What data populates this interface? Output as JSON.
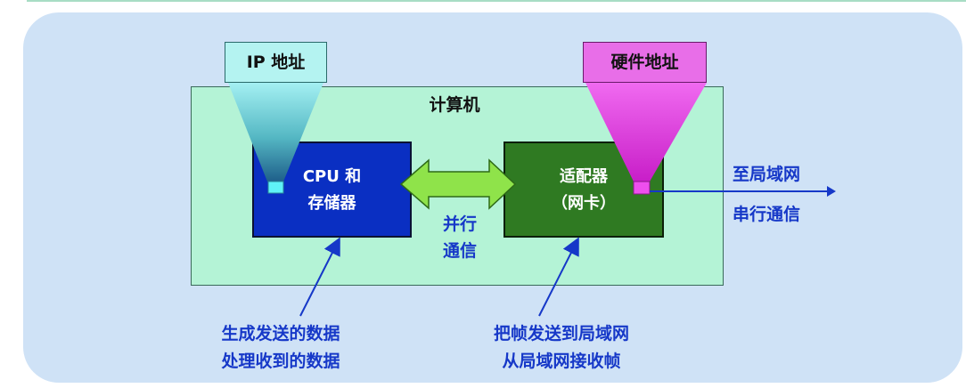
{
  "computer": {
    "title": "计算机"
  },
  "cpu": {
    "line1": "CPU 和",
    "line2": "存储器",
    "color": "#0a2fc2"
  },
  "adapter": {
    "line1": "适配器",
    "line2": "（网卡）",
    "color": "#2f7a22"
  },
  "ip_address": {
    "label": "IP 地址",
    "color": "#b4f3f1"
  },
  "hardware_address": {
    "label": "硬件地址",
    "color": "#e86ee8"
  },
  "parallel": {
    "line1": "并行",
    "line2": "通信"
  },
  "lan": {
    "line1": "至局域网",
    "line2": "串行通信"
  },
  "cpu_note": {
    "line1": "生成发送的数据",
    "line2": "处理收到的数据"
  },
  "adapter_note": {
    "line1": "把帧发送到局域网",
    "line2": "从局域网接收帧"
  },
  "colors": {
    "panel": "#cfe2f6",
    "computer": "#b4f3d6",
    "text_accent": "#1638c8",
    "arrow_green": "#8fe34a"
  }
}
